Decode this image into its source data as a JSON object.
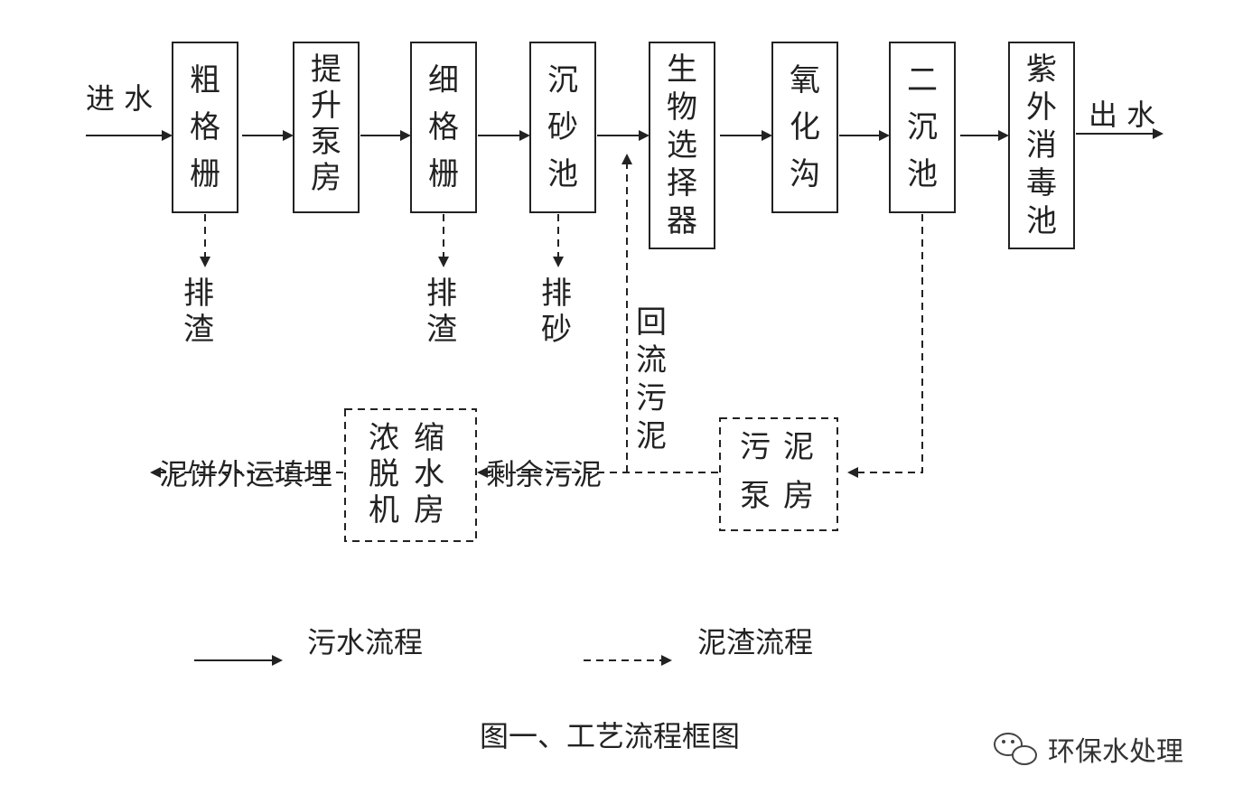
{
  "main_boxes": [
    {
      "id": "coarse-screen",
      "chars": [
        "粗",
        "格",
        "栅"
      ]
    },
    {
      "id": "lift-pump",
      "chars": [
        "提",
        "升",
        "泵",
        "房"
      ]
    },
    {
      "id": "fine-screen",
      "chars": [
        "细",
        "格",
        "栅"
      ]
    },
    {
      "id": "grit-tank",
      "chars": [
        "沉",
        "砂",
        "池"
      ]
    },
    {
      "id": "bio-selector",
      "chars": [
        "生",
        "物",
        "选",
        "择",
        "器"
      ]
    },
    {
      "id": "oxidation-ditch",
      "chars": [
        "氧",
        "化",
        "沟"
      ]
    },
    {
      "id": "secondary-clarifier",
      "chars": [
        "二",
        "沉",
        "池"
      ]
    },
    {
      "id": "uv-disinfection",
      "chars": [
        "紫",
        "外",
        "消",
        "毒",
        "池"
      ]
    }
  ],
  "discharges": [
    {
      "id": "coarse",
      "chars": [
        "排",
        "渣"
      ]
    },
    {
      "id": "fine",
      "chars": [
        "排",
        "渣"
      ]
    },
    {
      "id": "grit",
      "chars": [
        "排",
        "砂"
      ]
    }
  ],
  "labels": {
    "inflow": "进 水",
    "outflow": "出 水",
    "return_sludge": [
      "回",
      "流",
      "污",
      "泥"
    ],
    "excess_sludge": "剩余污泥",
    "cake_disposal": "泥饼外运填埋"
  },
  "sludge_pump_house": {
    "rows": [
      [
        "污",
        "泥"
      ],
      [
        "泵",
        "房"
      ]
    ]
  },
  "dewatering_house": {
    "rows": [
      [
        "浓",
        "缩"
      ],
      [
        "脱",
        "水"
      ],
      [
        "机",
        "房"
      ]
    ]
  },
  "legend": {
    "sewage": "污水流程",
    "sludge": "泥渣流程"
  },
  "caption": "图一、工艺流程框图",
  "watermark": "环保水处理"
}
